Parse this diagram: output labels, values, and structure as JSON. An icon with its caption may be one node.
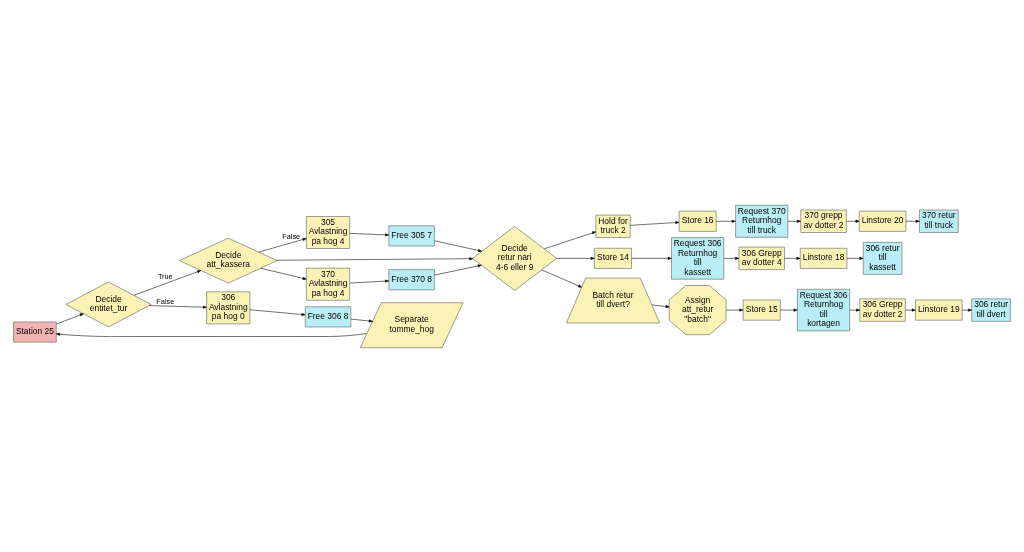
{
  "diagram": {
    "nodes": [
      {
        "text": [
          "Station 25"
        ]
      },
      {
        "text": [
          "Decide entitet_tur"
        ]
      },
      {
        "text": [
          "306 Avlastning pa hog 0"
        ]
      },
      {
        "text": [
          "Free 306 8"
        ]
      },
      {
        "text": [
          "Separate tomme_hog"
        ]
      },
      {
        "text": [
          "370 Avlastning pa hog 4"
        ]
      },
      {
        "text": [
          "Free 370 8"
        ]
      },
      {
        "text": [
          "Decide att_kassera"
        ]
      },
      {
        "text": [
          "305 Avlastning pa hog 4"
        ]
      },
      {
        "text": [
          "Free 305 7"
        ]
      },
      {
        "text": [
          "Decide retur nari 4-6 eller 9"
        ]
      },
      {
        "text": [
          "Hold for truck 2"
        ]
      },
      {
        "text": [
          "Store 16"
        ]
      },
      {
        "text": [
          "Request 370 Returnhog till truck"
        ]
      },
      {
        "text": [
          "370 grepp av dotter 2"
        ]
      },
      {
        "text": [
          "Linstore 20"
        ]
      },
      {
        "text": [
          "370 retur till truck"
        ]
      },
      {
        "text": [
          "Store 14"
        ]
      },
      {
        "text": [
          "Request 306 Returnhog till kassett"
        ]
      },
      {
        "text": [
          "306 Grepp av dotter 4"
        ]
      },
      {
        "text": [
          "Linstore 18"
        ]
      },
      {
        "text": [
          "306 retur till kassett"
        ]
      },
      {
        "text": [
          "Batch retur till dvert?"
        ]
      },
      {
        "text": [
          "Assign att_retur \"batch\""
        ]
      },
      {
        "text": [
          "Store 15"
        ]
      },
      {
        "text": [
          "Request 306 Returnhog till kortagen"
        ]
      },
      {
        "text": [
          "306 Grepp av dotter 2"
        ]
      },
      {
        "text": [
          "Linstore 19"
        ]
      },
      {
        "text": [
          "306 retur till dvert"
        ]
      }
    ],
    "edges": [
      {
        "from": 0,
        "to": 1,
        "arrow": "to"
      },
      {
        "from": 1,
        "to": 7,
        "arrow": "to",
        "label": "True"
      },
      {
        "from": 1,
        "to": 2,
        "arrow": "to",
        "label": "False"
      },
      {
        "from": 2,
        "to": 3,
        "arrow": "to"
      },
      {
        "from": 3,
        "to": 4,
        "arrow": "to"
      },
      {
        "from": 4,
        "to": 0,
        "arrow": "to"
      },
      {
        "from": 7,
        "to": 5,
        "arrow": "to"
      },
      {
        "from": 7,
        "to": 8,
        "arrow": "to",
        "label": "False"
      },
      {
        "from": 7,
        "to": 10,
        "arrow": "to"
      },
      {
        "from": 5,
        "to": 6,
        "arrow": "to"
      },
      {
        "from": 6,
        "to": 10,
        "arrow": "to"
      },
      {
        "from": 8,
        "to": 9,
        "arrow": "to"
      },
      {
        "from": 9,
        "to": 10,
        "arrow": "to"
      },
      {
        "from": 10,
        "to": 11,
        "arrow": "to"
      },
      {
        "from": 10,
        "to": 17,
        "arrow": "to"
      },
      {
        "from": 10,
        "to": 22,
        "arrow": "to"
      },
      {
        "from": 11,
        "to": 12,
        "arrow": "to"
      },
      {
        "from": 12,
        "to": 13,
        "arrow": "to"
      },
      {
        "from": 13,
        "to": 14,
        "arrow": "to"
      },
      {
        "from": 14,
        "to": 15,
        "arrow": "to"
      },
      {
        "from": 15,
        "to": 16,
        "arrow": "to"
      },
      {
        "from": 17,
        "to": 18,
        "arrow": "to"
      },
      {
        "from": 18,
        "to": 19,
        "arrow": "to"
      },
      {
        "from": 19,
        "to": 20,
        "arrow": "to"
      },
      {
        "from": 20,
        "to": 21,
        "arrow": "to"
      },
      {
        "from": 22,
        "to": 23,
        "arrow": "to"
      },
      {
        "from": 23,
        "to": 24,
        "arrow": "to"
      },
      {
        "from": 24,
        "to": 25,
        "arrow": "to"
      },
      {
        "from": 25,
        "to": 26,
        "arrow": "to"
      },
      {
        "from": 26,
        "to": 27,
        "arrow": "to"
      },
      {
        "from": 27,
        "to": 28,
        "arrow": "to"
      }
    ]
  }
}
